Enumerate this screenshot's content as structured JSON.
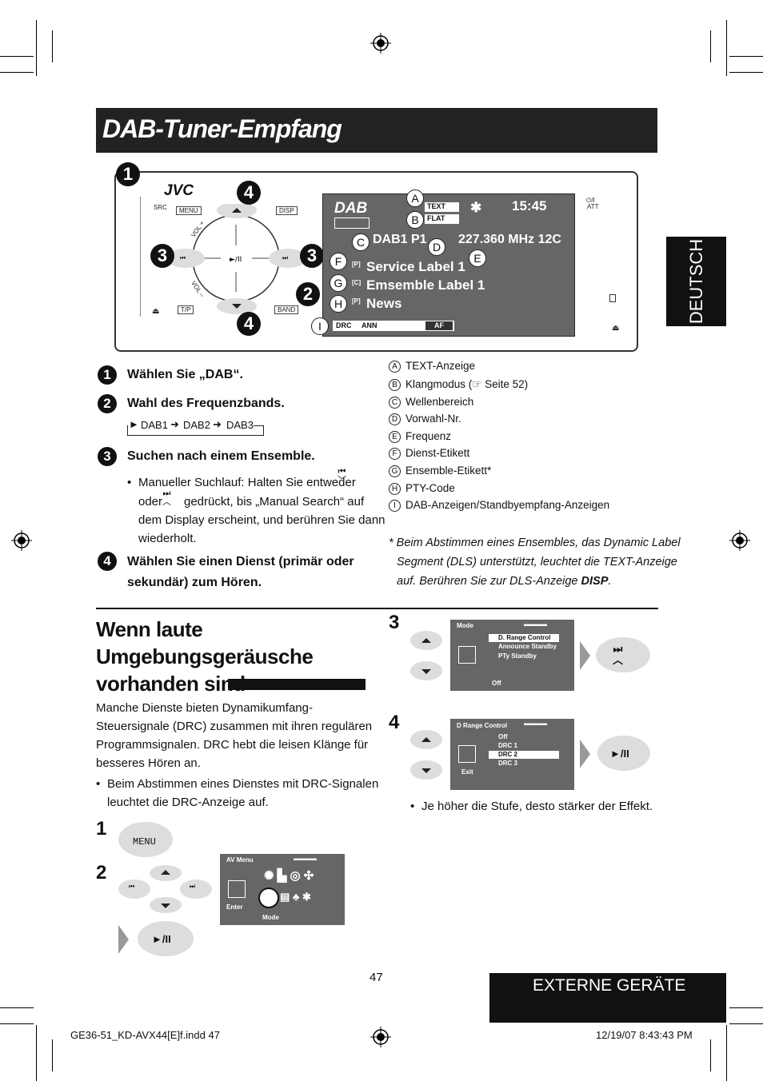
{
  "header": {
    "title": "DAB-Tuner-Empfang"
  },
  "side_tab": {
    "label": "DEUTSCH"
  },
  "device": {
    "brand": "JVC",
    "buttons": {
      "src": "SRC",
      "menu": "MENU",
      "disp": "DISP",
      "tp": "T/P",
      "band": "BAND",
      "vol_up": "VOL +",
      "vol_down": "VOL –",
      "power": "⏻/I",
      "att": "ATT"
    },
    "screen": {
      "dab_logo": "DAB",
      "text_tag": "TEXT",
      "flat_tag": "FLAT",
      "time": "15:45",
      "band_preset": "DAB1  P1",
      "frequency": "227.360 MHz  12C",
      "service_label": "Service Label 1",
      "ensemble_label": "Emsemble Label 1",
      "pty": "News",
      "drc": "DRC",
      "ann": "ANN",
      "af": "AF"
    },
    "callouts": [
      "A",
      "B",
      "C",
      "D",
      "E",
      "F",
      "G",
      "H",
      "I"
    ],
    "step_markers": {
      "one": "1",
      "two": "2",
      "three": "3",
      "four": "4"
    }
  },
  "steps": [
    {
      "num": "1",
      "text": "Wählen Sie „DAB“."
    },
    {
      "num": "2",
      "text": "Wahl des Frequenzbands."
    },
    {
      "num": "3",
      "text": "Suchen nach einem Ensemble."
    },
    {
      "num": "4",
      "text_line1": "Wählen Sie einen Dienst (primär oder",
      "text_line2": "sekundär) zum Hören."
    }
  ],
  "band_cycle": [
    "DAB1",
    "DAB2",
    "DAB3"
  ],
  "step3_bullet": {
    "l1": "Manueller Suchlauf: Halten Sie entweder",
    "l2a": "oder",
    "l2b": "gedrückt, bis „Manual Search“ auf",
    "l3": "dem Display erscheint, und berühren Sie dann",
    "l4": "wiederholt."
  },
  "legend": [
    {
      "key": "A",
      "text": "TEXT-Anzeige"
    },
    {
      "key": "B",
      "text": "Klangmodus (☞ Seite 52)"
    },
    {
      "key": "C",
      "text": "Wellenbereich"
    },
    {
      "key": "D",
      "text": "Vorwahl-Nr."
    },
    {
      "key": "E",
      "text": "Frequenz"
    },
    {
      "key": "F",
      "text": "Dienst-Etikett"
    },
    {
      "key": "G",
      "text": "Ensemble-Etikett*"
    },
    {
      "key": "H",
      "text": "PTY-Code"
    },
    {
      "key": "I",
      "text": "DAB-Anzeigen/Standbyempfang-Anzeigen"
    }
  ],
  "footnote": {
    "l1": "* Beim Abstimmen eines Ensembles, das Dynamic Label",
    "l2": "Segment (DLS) unterstützt, leuchtet die TEXT-Anzeige",
    "l3a": "auf. Berühren Sie zur DLS-Anzeige",
    "l3b": "DISP",
    "l3c": "."
  },
  "section2": {
    "title_l1": "Wenn laute",
    "title_l2": "Umgebungsgeräusche",
    "title_l3": "vorhanden sind",
    "body": [
      "Manche Dienste bieten Dynamikumfang-",
      "Steuersignale (DRC) zusammen mit ihren regulären",
      "Programmsignalen. DRC hebt die leisen Klänge für",
      "besseres Hören an."
    ],
    "bullet_l1": "Beim Abstimmen eines Dienstes mit DRC-Signalen",
    "bullet_l2": "leuchtet die DRC-Anzeige auf.",
    "step_nums": [
      "1",
      "2",
      "3",
      "4"
    ],
    "menu_button": "MENU",
    "play_button": "►/II",
    "av_menu": {
      "title": "AV Menu",
      "enter": "Enter",
      "mode": "Mode"
    },
    "mode_menu": {
      "title": "Mode",
      "items": [
        "D. Range Control",
        "Announce Standby",
        "PTy Standby"
      ],
      "off": "Off"
    },
    "drc_menu": {
      "title": "D Range Control",
      "items": [
        "Off",
        "DRC 1",
        "DRC 2",
        "DRC 3"
      ],
      "exit": "Exit"
    },
    "effect_note": "Je höher die Stufe, desto stärker der Effekt."
  },
  "footer": {
    "page_number": "47",
    "section_tab": "EXTERNE GERÄTE",
    "file_info": "GE36-51_KD-AVX44[E]f.indd   47",
    "timestamp": "12/19/07   8:43:43 PM"
  }
}
